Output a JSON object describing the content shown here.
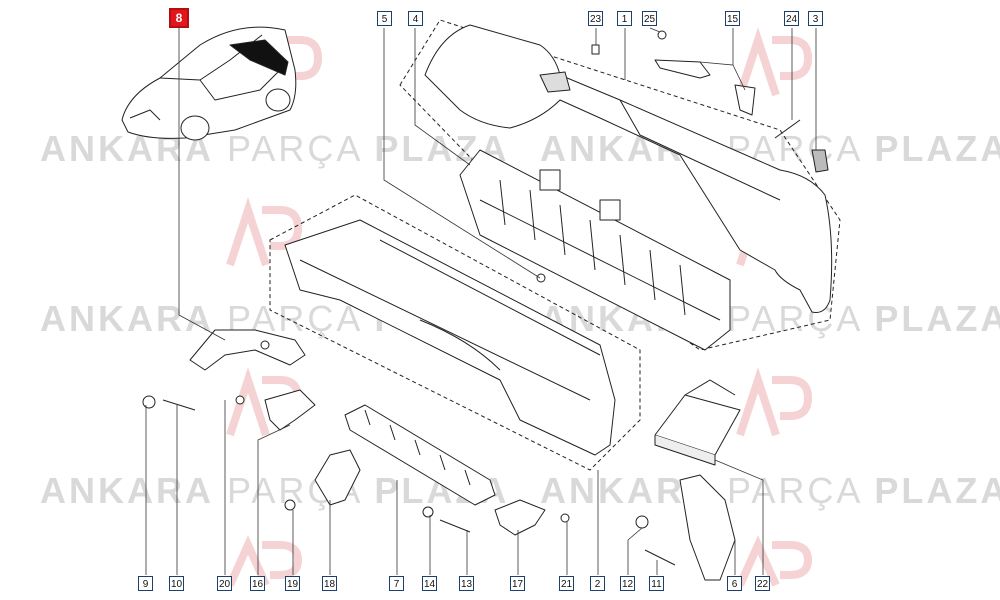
{
  "watermark": {
    "brand": "ANKARA",
    "middle": "PARÇA",
    "suffix": "PLAZA",
    "logo_letters": "AP"
  },
  "callouts": [
    {
      "id": "8",
      "highlighted": true
    },
    {
      "id": "5"
    },
    {
      "id": "4"
    },
    {
      "id": "23"
    },
    {
      "id": "1"
    },
    {
      "id": "25"
    },
    {
      "id": "15"
    },
    {
      "id": "24"
    },
    {
      "id": "3"
    },
    {
      "id": "9"
    },
    {
      "id": "10"
    },
    {
      "id": "20"
    },
    {
      "id": "16"
    },
    {
      "id": "19"
    },
    {
      "id": "18"
    },
    {
      "id": "7"
    },
    {
      "id": "14"
    },
    {
      "id": "13"
    },
    {
      "id": "17"
    },
    {
      "id": "21"
    },
    {
      "id": "2"
    },
    {
      "id": "12"
    },
    {
      "id": "11"
    },
    {
      "id": "6"
    },
    {
      "id": "22"
    }
  ],
  "colors": {
    "line": "#222222",
    "callout_border": "#1b3f6e",
    "highlight": "#e0161b",
    "watermark": "#d9d9d9",
    "logo_red": "#f3c9ca"
  }
}
